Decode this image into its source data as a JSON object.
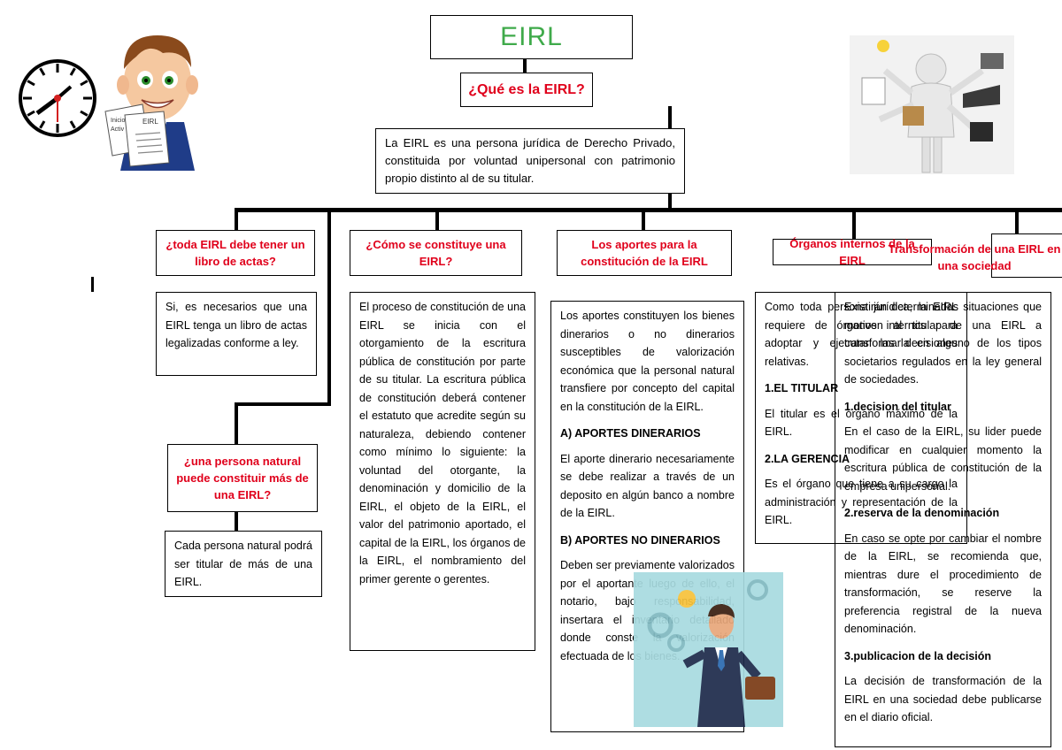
{
  "main": {
    "title": "EIRL",
    "question": "¿Qué es la EIRL?"
  },
  "definition": "La EIRL es una persona jurídica de Derecho Privado, constituida por voluntad unipersonal con patrimonio propio distinto al de su titular.",
  "branches": {
    "libro": {
      "title": "¿toda EIRL debe tener un libro de actas?",
      "body": "Si, es necesarios que una EIRL tenga un libro de actas legalizadas conforme a ley."
    },
    "persona": {
      "title": "¿una persona natural puede constituir más de una EIRL?",
      "body": "Cada persona natural podrá ser titular de más de una EIRL."
    },
    "constitucion": {
      "title": "¿Cómo se constituye una EIRL?",
      "body": "El proceso de constitución de una EIRL se inicia con el otorgamiento de la escritura pública de constitución por parte de su titular. La escritura pública de constitución deberá contener el estatuto que acredite según su naturaleza, debiendo contener como mínimo lo siguiente: la voluntad del otorgante, la denominación y domicilio de la EIRL, el objeto de la EIRL, el valor del patrimonio aportado, el capital de la EIRL, los órganos de la EIRL, el nombramiento del primer gerente o gerentes."
    },
    "aportes": {
      "title": "Los aportes para la constitución de la EIRL",
      "intro": "Los aportes constituyen los bienes dinerarios o no dinerarios susceptibles de valorización económica que la personal natural transfiere por concepto del capital en la constitución de la EIRL.",
      "h1": "A) APORTES DINERARIOS",
      "p1": "El aporte dinerario necesariamente se debe realizar a través de un deposito en algún banco a nombre de la EIRL.",
      "h2": "B) APORTES NO DINERARIOS",
      "p2": "Deben ser previamente valorizados por el aportante luego de ello, el notario, bajo responsabilidad, insertara el inventario detallado donde conste la valorización efectuada de los bienes."
    },
    "organos": {
      "title": "Órganos internos de la EIRL",
      "intro": "Como toda persona jurídica, la EIRL requiere de órganos internos para adoptar y ejecutar las decisiones relativas.",
      "h1": "1.EL TITULAR",
      "p1": "El titular es el órgano máximo de la EIRL.",
      "h2": "2.LA GERENCIA",
      "p2": "Es el órgano que tiene a su cargo la administración y representación de la EIRL."
    },
    "transformacion": {
      "title": "Transformación de una EIRL en una sociedad",
      "intro": "Existirán determinadas situaciones que motiven al titular de una EIRL a transformarla en alguno de los tipos societarios regulados en la ley general de sociedades.",
      "h1": "1.decision del titular",
      "p1": "En el caso de la EIRL, su lider puede modificar en cualquier momento la escritura pública de constitución de la empresa unipersonal.",
      "h2": "2.reserva de la denominación",
      "p2": "En caso se opte por cambiar el nombre de la EIRL, se recomienda que, mientras dure el procedimiento de transformación, se reserve la preferencia registral de la nueva denominación.",
      "h3": "3.publicacion de la decisión",
      "p3": "La decisión de transformación de la EIRL en una sociedad debe publicarse en el diario oficial."
    }
  },
  "illustrations": {
    "clock": "clock-icon",
    "cartoon": "businessman-cartoon",
    "multitask": "multitasking-figure",
    "businessman": "businessman-with-briefcase",
    "doc_labels": [
      "Inicio",
      "Activ",
      "EIRL"
    ]
  },
  "colors": {
    "title_red": "#e0001b",
    "eirl_green": "#3faa4a",
    "navy": "#1d2a4a",
    "teal": "#a8dbe0"
  }
}
